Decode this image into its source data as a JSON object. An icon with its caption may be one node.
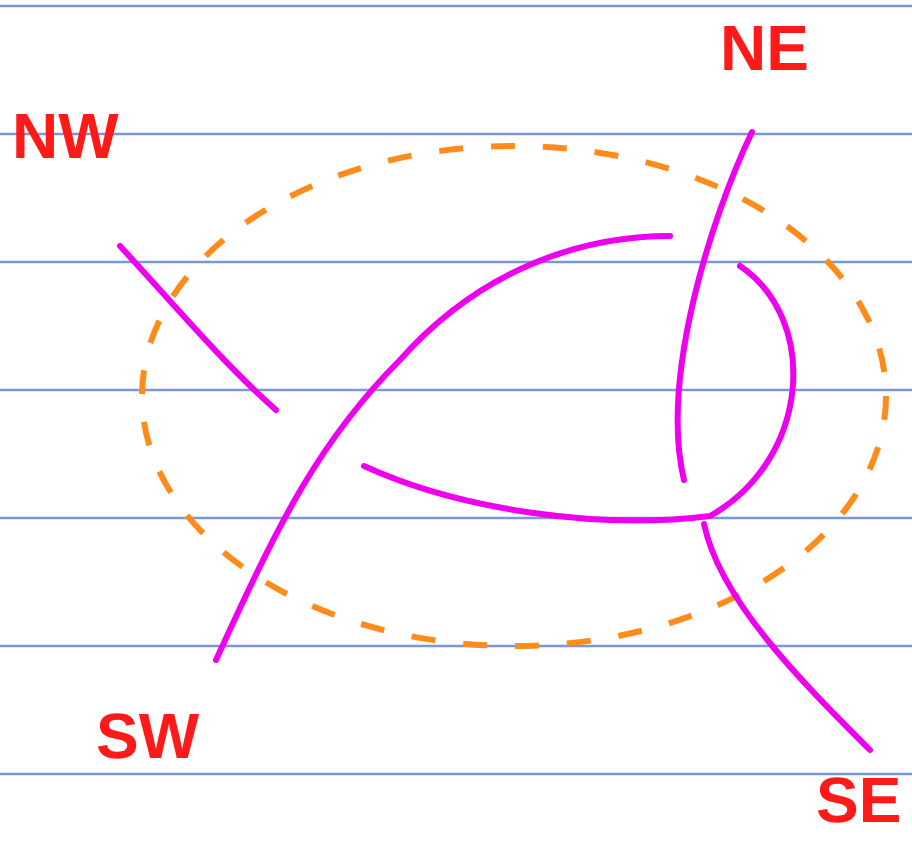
{
  "diagram": {
    "labels": [
      "NE",
      "NW",
      "SW",
      "SE"
    ]
  }
}
